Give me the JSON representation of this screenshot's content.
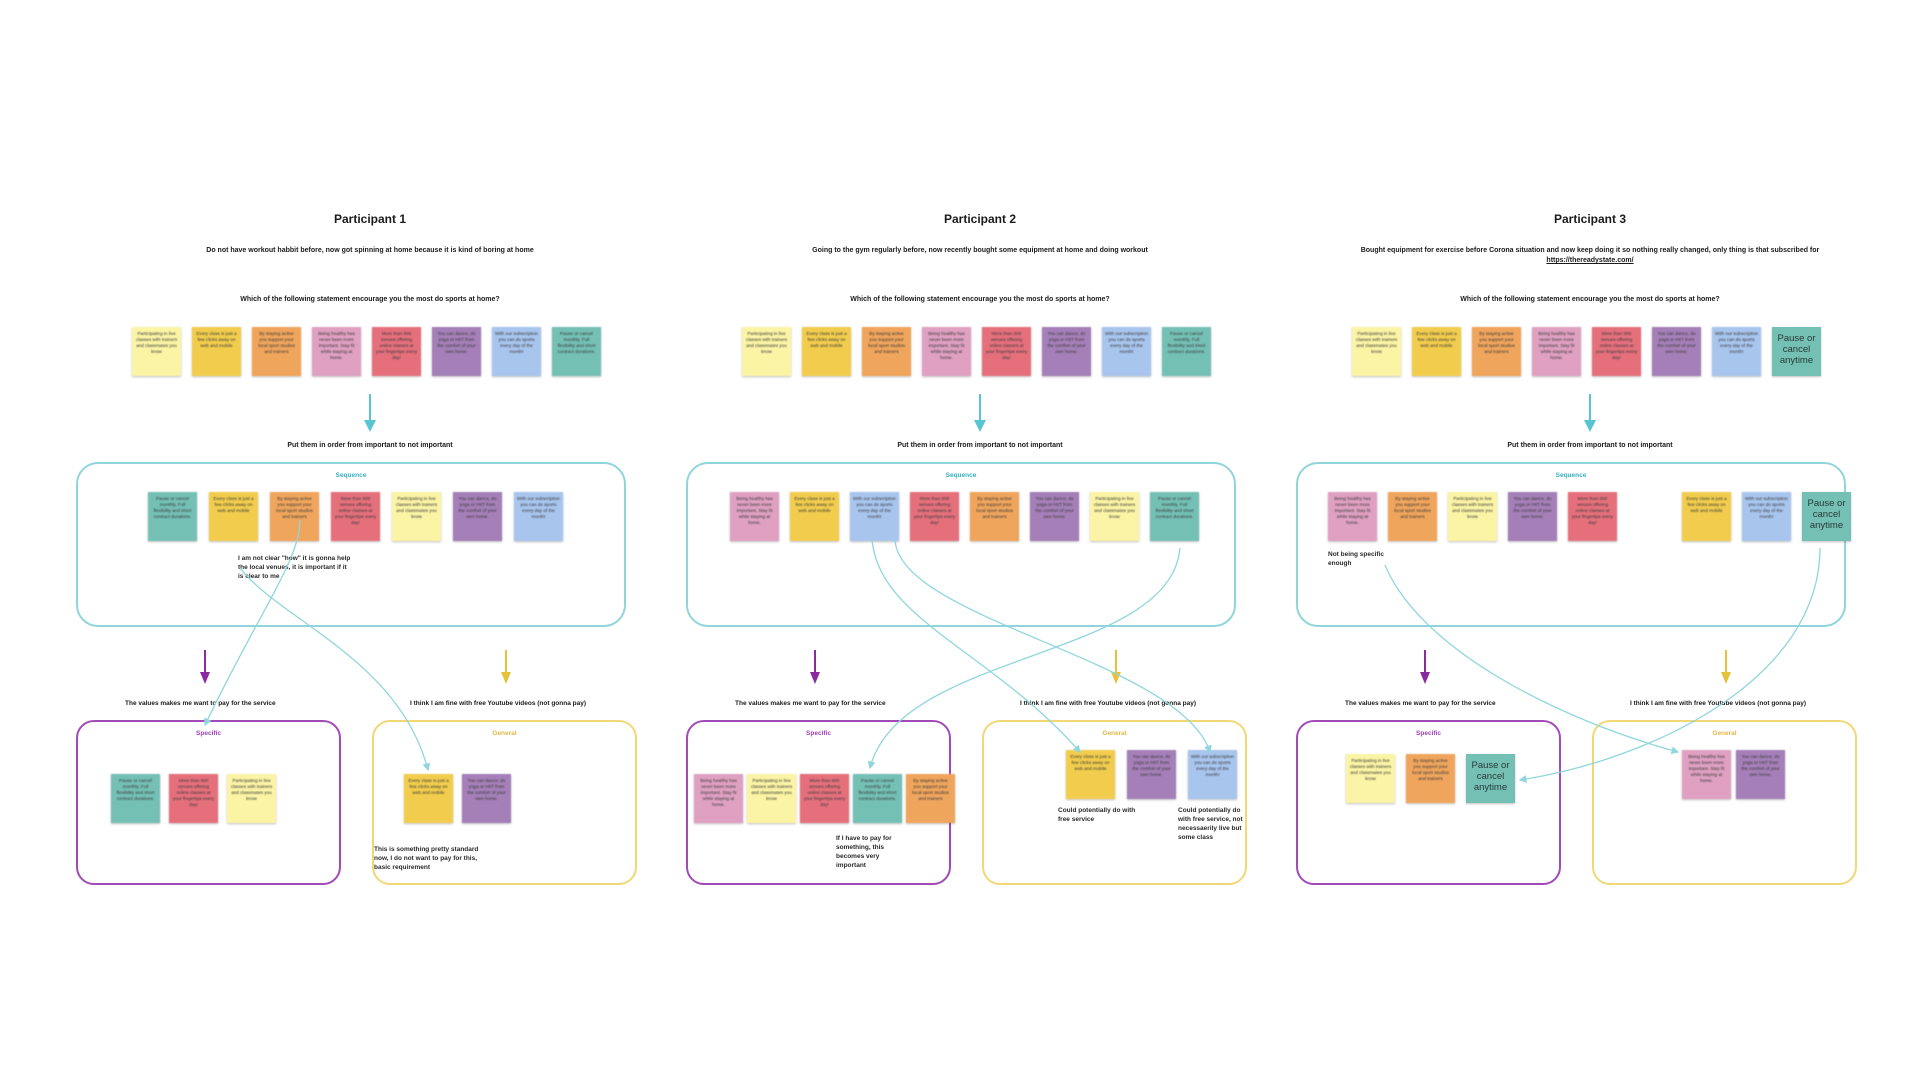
{
  "notes": {
    "participating": "Participating in live classes with trainers and classmates you know",
    "every_class": "Every class is just a few clicks away on web and mobile",
    "by_staying": "By staying active you support your local sport studios and trainers",
    "being_healthy": "Being healthy has never been more important. Stay fit while staying at home.",
    "more_than": "More than 900 venues offering online classes at your fingertips every day!",
    "you_can_dance": "You can dance, do yoga or HIIT from the comfort of your own home.",
    "with_our": "With our subscription you can do sports every day of the month!",
    "pause_small": "Pause or cancel monthly. Full flexibility and short contract durations.",
    "pause_big": "Pause or cancel anytime"
  },
  "common": {
    "question": "Which of the following statement encourage you the most do sports at home?",
    "instruction": "Put them in order from important to not important",
    "sequence_label": "Sequence",
    "pay_label": "The values makes me want to pay for the service",
    "free_label": "I think I am fine with free Youtube videos (not gonna pay)",
    "specific_label": "Specific",
    "general_label": "General"
  },
  "participants": [
    {
      "title": "Participant 1",
      "description": "Do not have workout habbit before, now got spinning at home because it is kind of boring at home",
      "link": "",
      "comments": [
        "I am not clear \"how\" it is gonna help the local venues, it is important if it is clear to me",
        "This is something pretty standard now, I do not want to pay for this, basic requirement"
      ]
    },
    {
      "title": "Participant 2",
      "description": "Going to the gym regularly before, now recently bought some equipment at home and doing workout",
      "link": "",
      "comments": [
        "If I have to pay for something, this becomes very important",
        "Could potentially do with free service",
        "Could potentially do with free service, not necessaerily live but some class"
      ]
    },
    {
      "title": "Participant 3",
      "description": "Bought equipment for exercise before Corona situation and now keep doing it so nothing really changed, only thing is that subscribed for",
      "link": "https://thereadystate.com/",
      "comments": [
        "Not being specific enough"
      ]
    }
  ],
  "colors": {
    "sequence_border": "#90d4dc",
    "specific_border": "#a24ab8",
    "general_border": "#f2d776",
    "connector": "#8fd6dd"
  }
}
